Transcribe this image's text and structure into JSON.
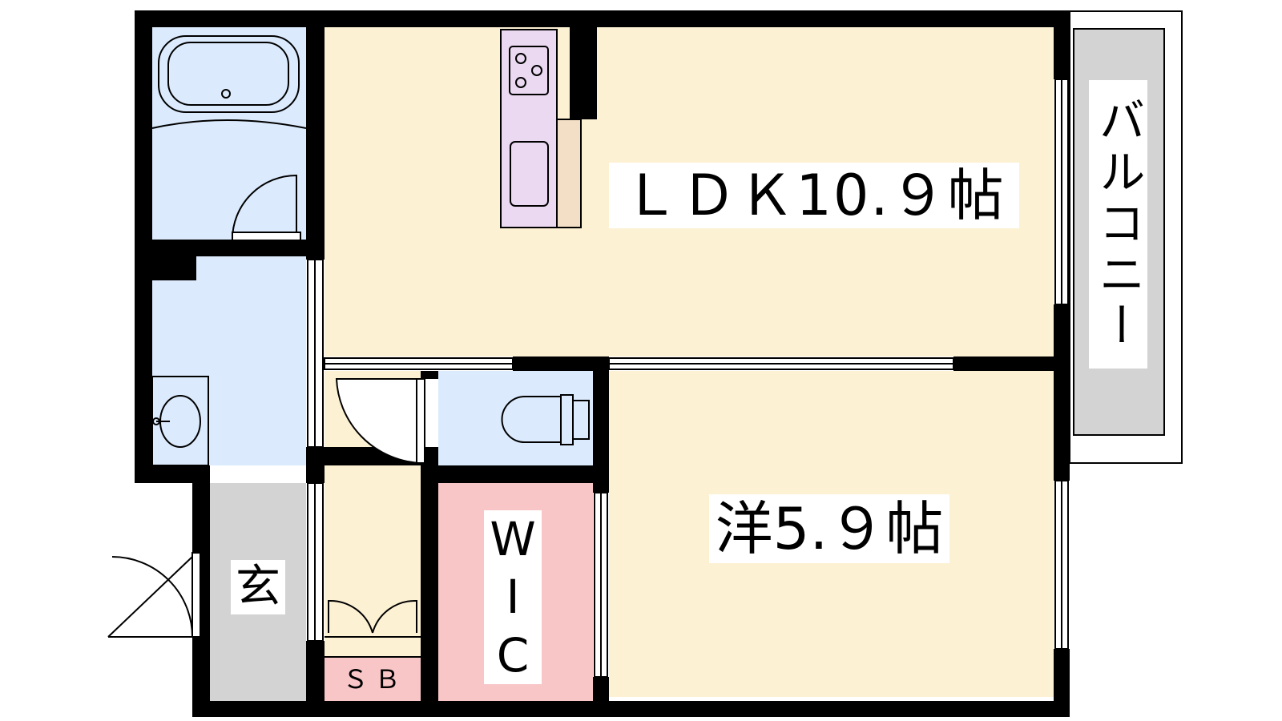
{
  "rooms": {
    "ldk": "ＬＤＫ10.９帖",
    "western": "洋5.９帖",
    "balcony": "バルコニー",
    "wic": [
      "W",
      "I",
      "C"
    ],
    "genkan": "玄",
    "sb": "ＳＢ"
  },
  "colors": {
    "living_floor": "#fdf1d4",
    "wet_area": "#dbeafc",
    "closet": "#f9c6c8",
    "kitchen": "#ead9f0",
    "counter": "#f3dfc6",
    "balcony": "#d3d3d3",
    "wall": "#000000"
  },
  "icons": [
    "bathtub-icon",
    "stove-icon",
    "sink-icon",
    "washbasin-icon",
    "toilet-icon"
  ]
}
